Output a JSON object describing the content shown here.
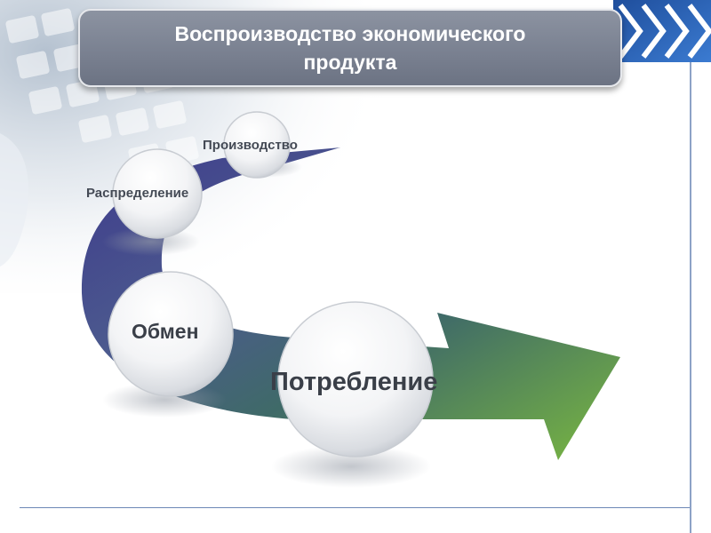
{
  "title": {
    "line1": "Воспроизводство экономического",
    "line2": "продукта"
  },
  "stages": {
    "production": "Производство",
    "distribution": "Распределение",
    "exchange": "Обмен",
    "consumption": "Потребление"
  },
  "colors": {
    "title_box": "#7a8191",
    "arrow_start": "#3d3a8c",
    "arrow_mid": "#3c5a6a",
    "arrow_end": "#7ab840",
    "accent_rule": "#2f5597"
  },
  "icons": [
    "keyboard-background",
    "chevron-right-icon",
    "stage-circle"
  ]
}
